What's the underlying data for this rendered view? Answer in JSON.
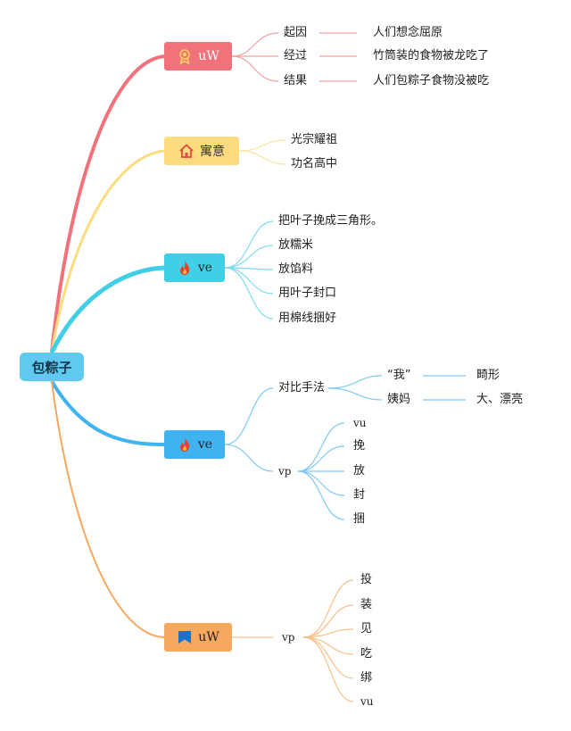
{
  "root": {
    "label": "包粽子"
  },
  "branches": [
    {
      "label": "uW",
      "icon": "ribbon-medal-icon",
      "color": "#f2727c",
      "children": [
        {
          "label": "起因",
          "detail": "人们想念屈原"
        },
        {
          "label": "经过",
          "detail": "竹筒装的食物被龙吃了"
        },
        {
          "label": "结果",
          "detail": "人们包粽子食物没被吃"
        }
      ]
    },
    {
      "label": "寓意",
      "icon": "house-icon",
      "color": "#fcdc7e",
      "children": [
        {
          "label": "光宗耀祖"
        },
        {
          "label": "功名高中"
        }
      ]
    },
    {
      "label": "ve",
      "icon": "flame-icon",
      "color": "#40cfe6",
      "children": [
        {
          "label": "把叶子挽成三角形。"
        },
        {
          "label": "放糯米"
        },
        {
          "label": "放馅料"
        },
        {
          "label": "用叶子封口"
        },
        {
          "label": "用棉线捆好"
        }
      ]
    },
    {
      "label": "ve",
      "icon": "flame-icon",
      "color": "#3fb2f0",
      "children": [
        {
          "label": "对比手法",
          "children": [
            {
              "label": "“我”",
              "detail": "畸形"
            },
            {
              "label": "姨妈",
              "detail": "大、漂亮"
            }
          ]
        },
        {
          "label": "vp",
          "children": [
            "vu",
            "挽",
            "放",
            "封",
            "捆"
          ]
        }
      ]
    },
    {
      "label": "uW",
      "icon": "flag-icon",
      "color": "#f7a85f",
      "children": [
        {
          "label": "vp",
          "children": [
            "投",
            "装",
            "见",
            "吃",
            "绑",
            "vu"
          ]
        }
      ]
    }
  ]
}
